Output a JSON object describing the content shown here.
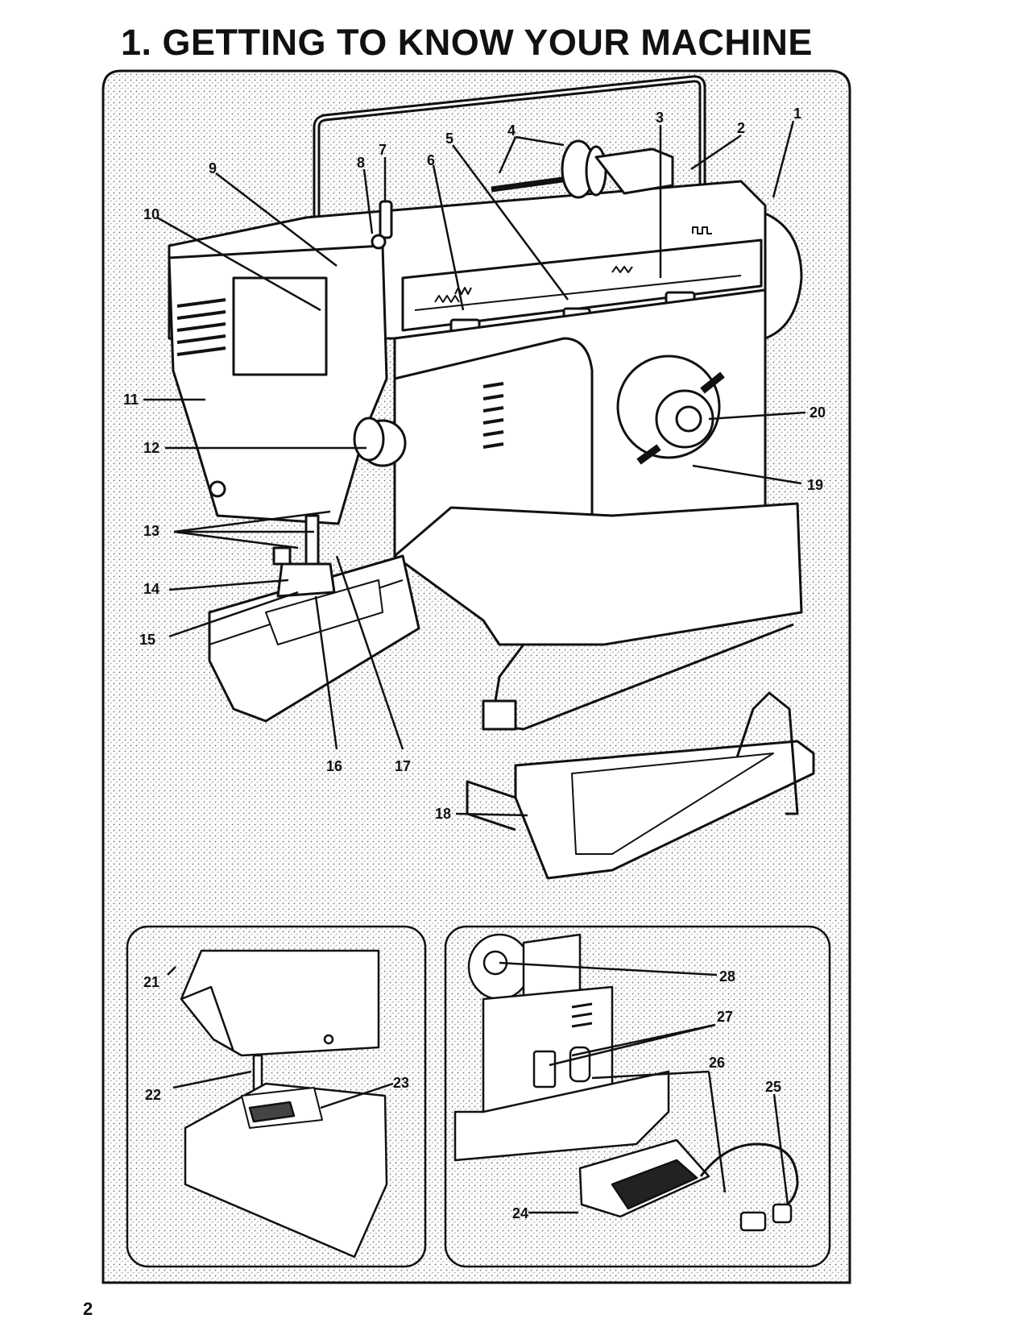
{
  "page": {
    "title": "1. GETTING TO KNOW YOUR MACHINE",
    "page_number": "2"
  },
  "main_figure": {
    "callouts": [
      "1",
      "2",
      "3",
      "4",
      "5",
      "6",
      "7",
      "8",
      "9",
      "10",
      "11",
      "12",
      "13",
      "14",
      "15",
      "16",
      "17",
      "18",
      "19",
      "20"
    ]
  },
  "inset_left": {
    "callouts": [
      "21",
      "22",
      "23"
    ]
  },
  "inset_right": {
    "callouts": [
      "24",
      "25",
      "26",
      "27",
      "28"
    ]
  },
  "colors": {
    "ink": "#111111",
    "paper": "#ffffff",
    "stipple": "#8a8a8a"
  }
}
